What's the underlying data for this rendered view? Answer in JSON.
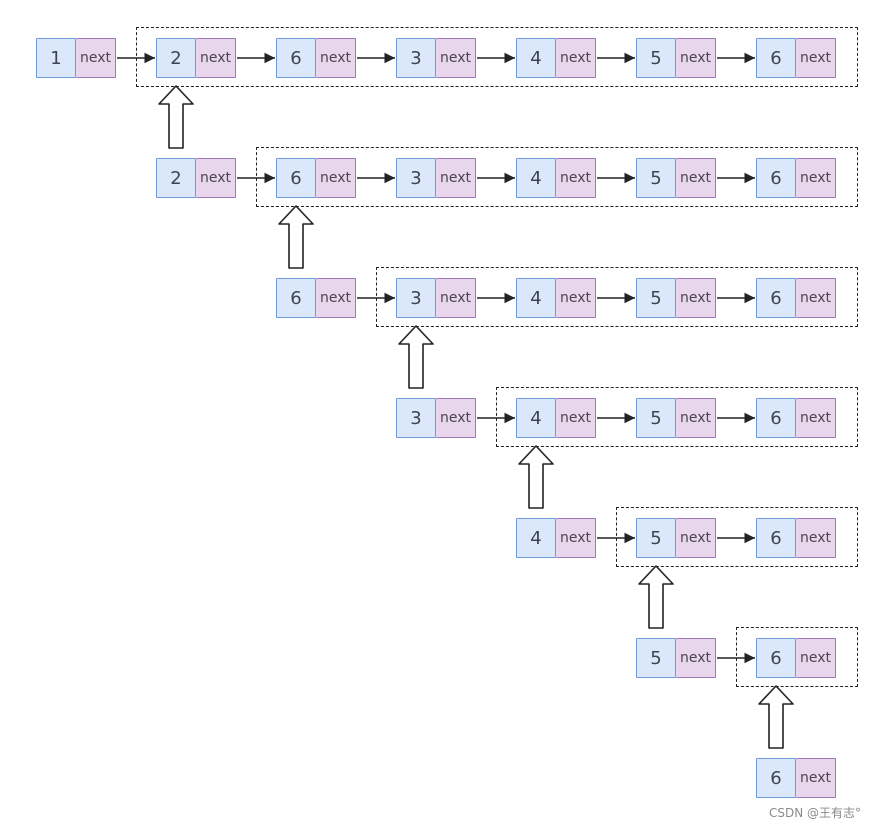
{
  "pointer_label": "next",
  "rows": [
    {
      "head": "1",
      "rest": [
        "2",
        "6",
        "3",
        "4",
        "5",
        "6"
      ]
    },
    {
      "head": "2",
      "rest": [
        "6",
        "3",
        "4",
        "5",
        "6"
      ]
    },
    {
      "head": "6",
      "rest": [
        "3",
        "4",
        "5",
        "6"
      ]
    },
    {
      "head": "3",
      "rest": [
        "4",
        "5",
        "6"
      ]
    },
    {
      "head": "4",
      "rest": [
        "5",
        "6"
      ]
    },
    {
      "head": "5",
      "rest": [
        "6"
      ]
    },
    {
      "head": "6",
      "rest": []
    }
  ],
  "watermark": "CSDN @王有志°",
  "colors": {
    "value_fill": "#dbe8fb",
    "value_border": "#6f9ad8",
    "pointer_fill": "#e8d6ec",
    "pointer_border": "#9f78b8"
  }
}
